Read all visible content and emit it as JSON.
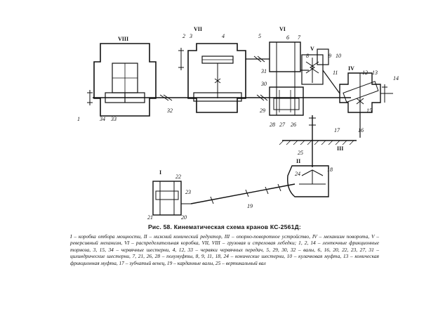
{
  "figure": {
    "title": "Рис. 58. Кинематическая схема кранов КС-2561Д:",
    "legend": "I – коробка отбора мощности, II – нижний конический редуктор, III – опорно-поворотное устройство, IV – механизм поворота, V – реверсивный механизм, VI – распределительная коробка, VII, VIII – грузовая и стреловая лебедки; 1, 2, 14 – ленточные фрикционные тормоза, 3, 15, 34 – червячные шестерни, 4, 12, 33 – червяки червячных передач, 5, 29, 30, 32 – валы, 6, 16, 20, 22, 23, 27, 31 – цилиндрические шестерни, 7, 21, 26, 28 – полумуфты, 8, 9, 11, 18, 24 – конические шестерни, 10 – кулачковая муфта, 13 – коническая фрикционная муфта, 17 – зубчатый венец, 19 – карданные валы, 25 – вертикальный вал"
  },
  "labels": {
    "r_VIII": "VIII",
    "r_VII": "VII",
    "r_VI": "VI",
    "r_V": "V",
    "r_IV": "IV",
    "r_III": "III",
    "r_II": "II",
    "r_I": "I",
    "n1": "1",
    "n2": "2",
    "n3": "3",
    "n4": "4",
    "n5": "5",
    "n6": "6",
    "n7": "7",
    "n8": "8",
    "n9": "9",
    "n10": "10",
    "n11": "11",
    "n12": "12",
    "n13": "13",
    "n14": "14",
    "n15": "15",
    "n16": "16",
    "n17": "17",
    "n18": "18",
    "n19": "19",
    "n20": "20",
    "n21": "21",
    "n22": "22",
    "n23": "23",
    "n24": "24",
    "n25": "25",
    "n26": "26",
    "n27": "27",
    "n28": "28",
    "n29": "29",
    "n30": "30",
    "n31": "31",
    "n32": "32",
    "n33": "33",
    "n34": "34"
  }
}
